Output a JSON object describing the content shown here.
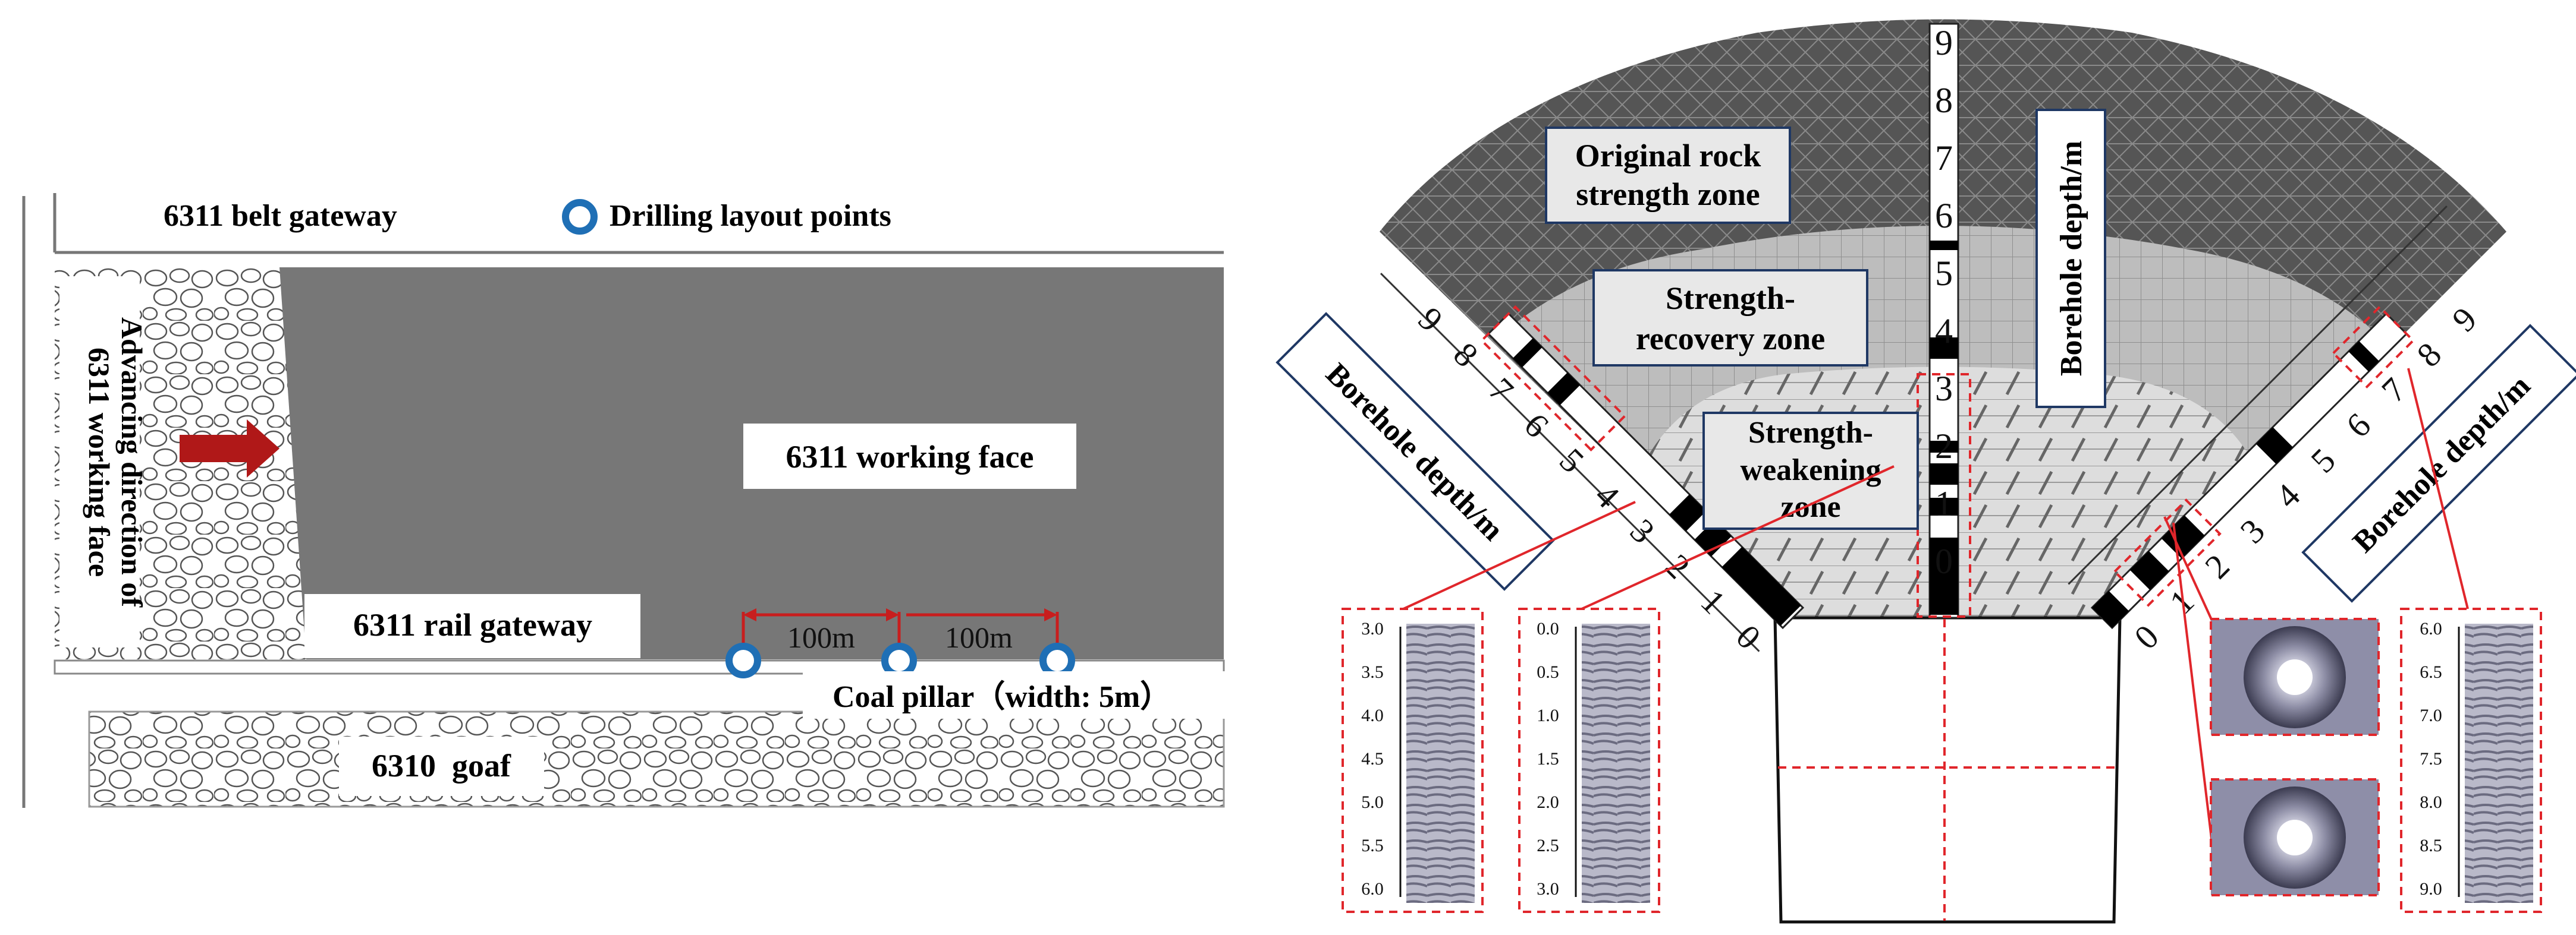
{
  "left_panel": {
    "belt_gateway": "6311 belt gateway",
    "legend_drilling": "Drilling layout points",
    "advancing_line1": "Advancing direction of",
    "advancing_line2": "6311 working face",
    "working_face": "6311 working face",
    "rail_gateway": "6311 rail gateway",
    "spacing_1": "100m",
    "spacing_2": "100m",
    "coal_pillar": "Coal pillar（width: 5m）",
    "goaf": "6310  goaf"
  },
  "right_panel": {
    "zone_original_line1": "Original rock",
    "zone_original_line2": "strength zone",
    "zone_recovery_line1": "Strength-",
    "zone_recovery_line2": "recovery zone",
    "zone_weakening_line1": "Strength-",
    "zone_weakening_line2": "weakening",
    "zone_weakening_line3": "zone",
    "axis_label_center": "Borehole depth/m",
    "axis_label_left": "Borehole depth/m",
    "axis_label_right": "Borehole depth/m",
    "center_ticks": [
      "0",
      "1",
      "2",
      "3",
      "4",
      "5",
      "6",
      "7",
      "8",
      "9"
    ],
    "left_ticks": [
      "0",
      "1",
      "2",
      "3",
      "4",
      "5",
      "6",
      "7",
      "8",
      "9"
    ],
    "right_ticks": [
      "0",
      "1",
      "2",
      "3",
      "4",
      "5",
      "6",
      "7",
      "8",
      "9"
    ],
    "core_scale_1": [
      "3.0",
      "3.5",
      "4.0",
      "4.5",
      "5.0",
      "5.5",
      "6.0"
    ],
    "core_scale_2": [
      "0.0",
      "0.5",
      "1.0",
      "1.5",
      "2.0",
      "2.5",
      "3.0"
    ],
    "core_scale_3": [
      "6.0",
      "6.5",
      "7.0",
      "7.5",
      "8.0",
      "8.5",
      "9.0"
    ]
  },
  "colors": {
    "working_face": "#777777",
    "original_zone": "#555555",
    "recovery_zone": "#bbbbbb",
    "weakening_zone": "#dcdcdc",
    "drill_point": "#1f6fb5",
    "arrow": "#b01818",
    "callout": "#e0262b",
    "label_border": "#1f3864"
  }
}
